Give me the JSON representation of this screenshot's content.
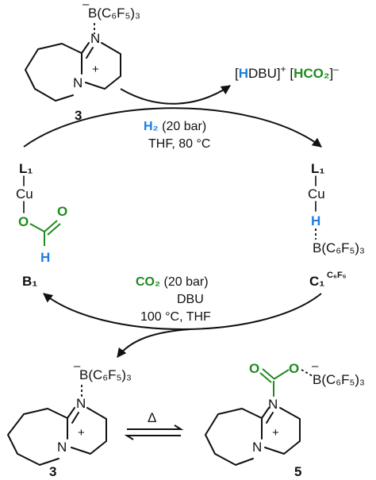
{
  "colors": {
    "hydrogen_blue": "#1a7fe0",
    "carbon_green": "#1f8a1f",
    "ink": "#111111"
  },
  "labels": {
    "borane": "B(C₆F₅)₃",
    "minus": "–",
    "N": "N",
    "plus": "+",
    "O": "O",
    "C": "C",
    "H": "H",
    "Cu": "Cu",
    "L1": "L₁",
    "cmpd3": "3",
    "cmpd5": "5",
    "B1": "B₁",
    "C1": "C₁",
    "C1_super": "C₆F₅",
    "delta": "Δ"
  },
  "byproduct": {
    "part1_bracket": "[",
    "part1_H": "H",
    "part1_rest": "DBU]",
    "plus": "+",
    "part2_bracket": "[",
    "part2_HCO2": "HCO₂",
    "part2_close": "]",
    "minus": "–"
  },
  "conditions_top": {
    "h2": "H₂",
    "h2_rest": " (20 bar)",
    "line2": "THF, 80 °C"
  },
  "conditions_bottom": {
    "co2": "CO₂",
    "co2_rest": " (20 bar)",
    "line2": "DBU",
    "line3": "100 °C, THF"
  }
}
